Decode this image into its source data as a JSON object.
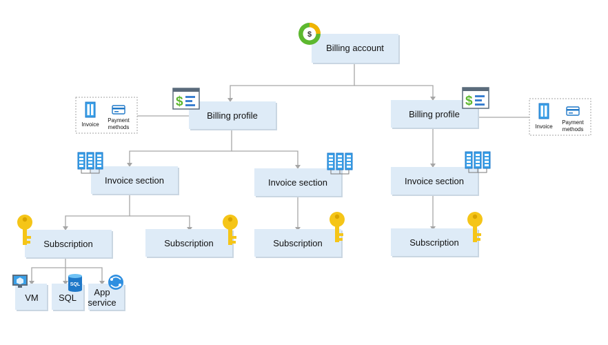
{
  "nodes": {
    "billing_account": "Billing account",
    "billing_profile_left": "Billing profile",
    "billing_profile_right": "Billing profile",
    "invoice_section_1": "Invoice section",
    "invoice_section_2": "Invoice section",
    "invoice_section_3": "Invoice section",
    "subscription_1": "Subscription",
    "subscription_2": "Subscription",
    "subscription_3": "Subscription",
    "subscription_4": "Subscription",
    "vm": "VM",
    "sql": "SQL",
    "app_service_line1": "App",
    "app_service_line2": "service"
  },
  "legend_left": {
    "invoice": "Invoice",
    "payment_line1": "Payment",
    "payment_line2": "methods"
  },
  "legend_right": {
    "invoice": "Invoice",
    "payment_line1": "Payment",
    "payment_line2": "methods"
  },
  "icons": {
    "billing_account": "billing-account-icon",
    "billing_profile": "billing-profile-icon",
    "invoice_section": "invoice-section-icon",
    "subscription": "key-icon",
    "vm": "virtual-machine-icon",
    "sql": "sql-database-icon",
    "app_service": "app-service-icon",
    "invoice": "invoice-icon",
    "payment": "credit-card-icon"
  },
  "sql_badge": "SQL",
  "colors": {
    "node_fill": "#deebf7",
    "connector": "#a6a6a6",
    "key": "#f5c518",
    "accent": "#0078d4"
  }
}
